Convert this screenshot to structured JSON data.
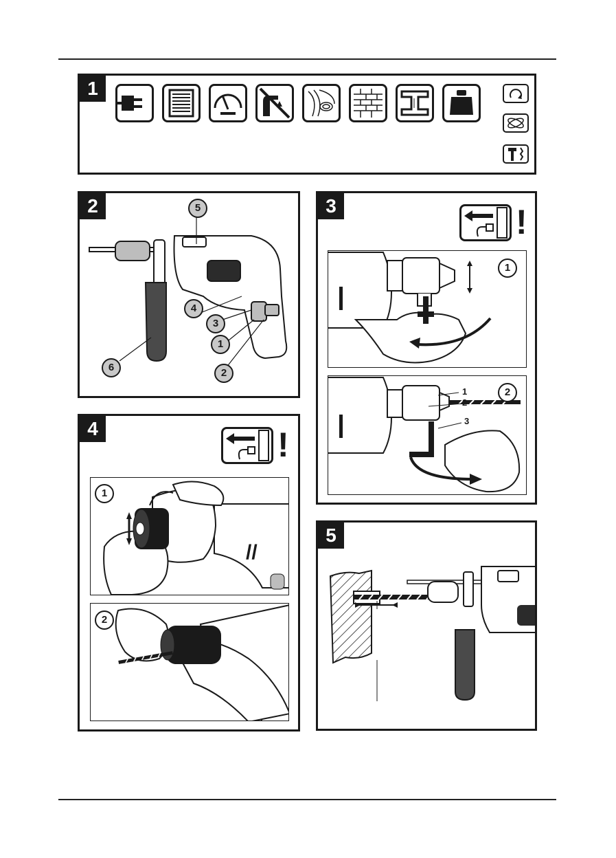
{
  "panels": {
    "p1": "1",
    "p2": "2",
    "p3": "3",
    "p4": "4",
    "p5": "5"
  },
  "panel2_callouts": [
    "5",
    "4",
    "3",
    "1",
    "2",
    "6"
  ],
  "panel3_sub": [
    "1",
    "2"
  ],
  "panel3_parts": [
    "1",
    "2",
    "3"
  ],
  "panel4_sub": [
    "1",
    "2"
  ],
  "icons": [
    "plug-icon",
    "ventilation-icon",
    "speed-gauge-icon",
    "no-water-icon",
    "wood-icon",
    "brick-icon",
    "steel-beam-icon",
    "weight-icon"
  ],
  "side_icons": [
    "rotation-icon",
    "drilling-mode-icon",
    "hammer-mode-icon"
  ],
  "colors": {
    "ink": "#1a1a1a",
    "callout_fill": "#c8c8c8"
  }
}
